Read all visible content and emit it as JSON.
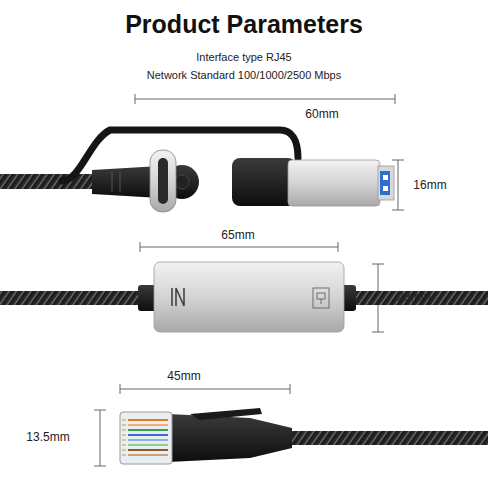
{
  "diagram": {
    "title": "Product Parameters",
    "labels": [
      "Interface type RJ45",
      "Network Standard 100/1000/2500 Mbps",
      "60mm",
      "16mm",
      "65mm",
      "23mm",
      "45mm",
      "13.5mm"
    ]
  }
}
